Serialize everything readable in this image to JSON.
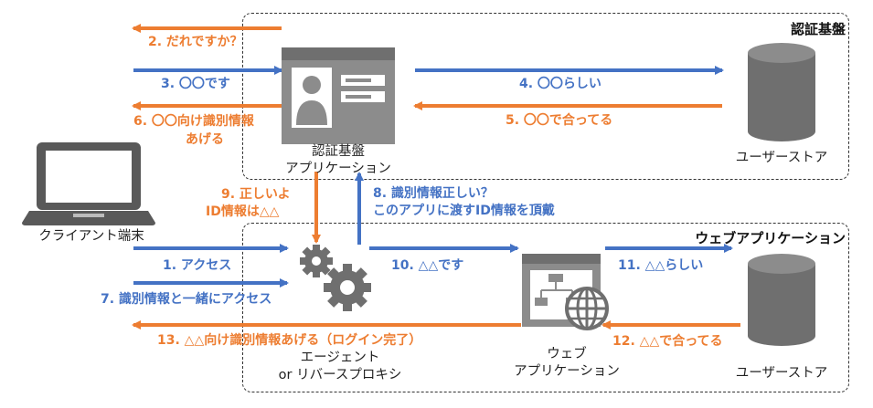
{
  "colors": {
    "blue": "#4472c4",
    "orange": "#ed7d31",
    "gray": "#7f7f7f"
  },
  "groups": {
    "auth": {
      "title": "認証基盤"
    },
    "web": {
      "title": "ウェブアプリケーション"
    }
  },
  "nodes": {
    "client": {
      "label": "クライアント端末",
      "icon": "laptop-icon"
    },
    "auth_app": {
      "label_line1": "認証基盤",
      "label_line2": "アプリケーション",
      "icon": "id-card-window-icon"
    },
    "user_store_auth": {
      "label": "ユーザーストア",
      "icon": "database-icon"
    },
    "agent": {
      "label_line1": "エージェント",
      "label_line2": "or リバースプロキシ",
      "icon": "gears-icon"
    },
    "web_app": {
      "label_line1": "ウェブ",
      "label_line2": "アプリケーション",
      "icon": "web-app-globe-icon"
    },
    "user_store_web": {
      "label": "ユーザーストア",
      "icon": "database-icon"
    }
  },
  "steps": {
    "s1": "1. アクセス",
    "s2": "2. だれですか？",
    "s3": "3. 〇〇です",
    "s4": "4. 〇〇らしい",
    "s5": "5. 〇〇で合ってる",
    "s6_line1": "6. 〇〇向け識別情報",
    "s6_line2": "あげる",
    "s7": "7. 識別情報と一緒にアクセス",
    "s8_line1": "8. 識別情報正しい？",
    "s8_line2": "このアプリに渡すID情報を頂戴",
    "s9_line1": "9. 正しいよ",
    "s9_line2": "ID情報は△△",
    "s10": "10. △△です",
    "s11": "11. △△らしい",
    "s12": "12. △△で合ってる",
    "s13": "13. △△向け識別情報あげる（ログイン完了）"
  }
}
